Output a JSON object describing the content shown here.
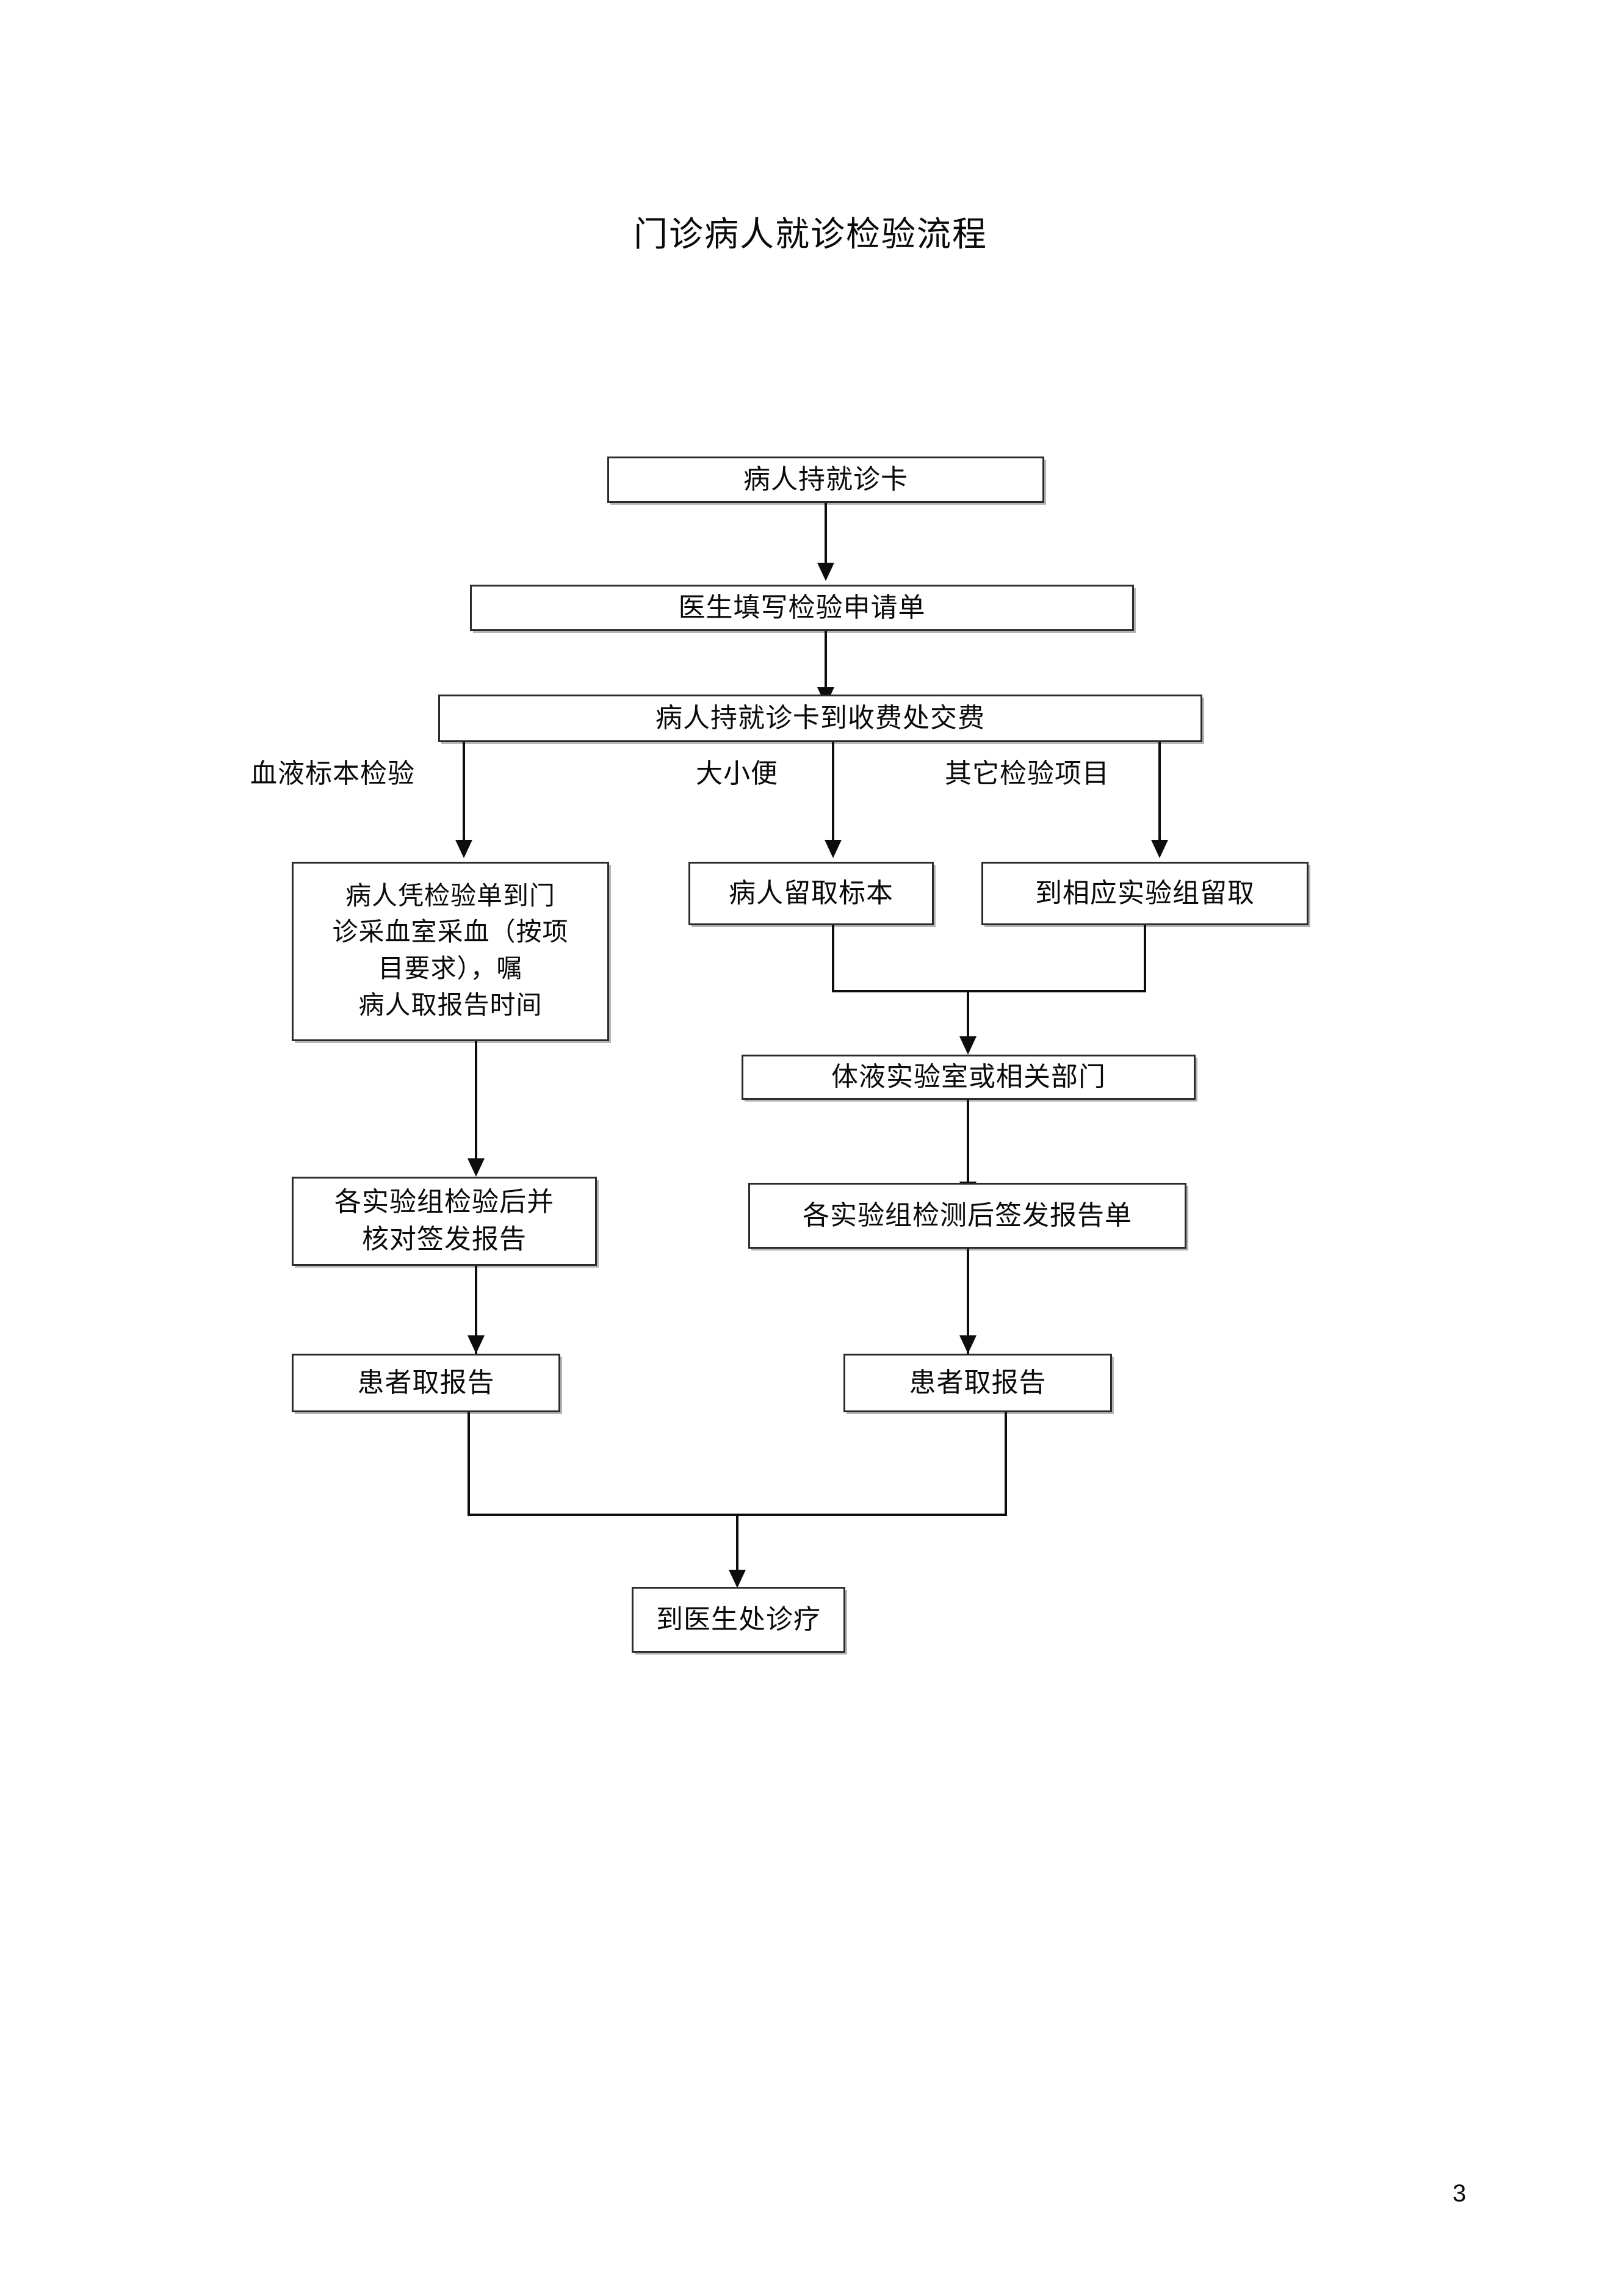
{
  "document": {
    "title": "门诊病人就诊检验流程",
    "page_number": "3"
  },
  "flowchart": {
    "type": "flowchart",
    "orientation": "top-to-bottom",
    "nodes": [
      {
        "id": "n1",
        "label": "病人持就诊卡"
      },
      {
        "id": "n2",
        "label": "医生填写检验申请单"
      },
      {
        "id": "n3",
        "label": "病人持就诊卡到收费处交费"
      },
      {
        "id": "n4",
        "label": "病人凭检验单到门\n诊采血室采血（按项\n目要求），嘱\n病人取报告时间"
      },
      {
        "id": "n5",
        "label": "病人留取标本"
      },
      {
        "id": "n6",
        "label": "到相应实验组留取"
      },
      {
        "id": "n7",
        "label": "体液实验室或相关部门"
      },
      {
        "id": "n8",
        "label": "各实验组检验后并\n核对签发报告"
      },
      {
        "id": "n9",
        "label": "各实验组检测后签发报告单"
      },
      {
        "id": "n10",
        "label": "患者取报告"
      },
      {
        "id": "n11",
        "label": "患者取报告"
      },
      {
        "id": "n12",
        "label": "到医生处诊疗"
      }
    ],
    "branch_labels": [
      {
        "id": "b1",
        "label": "血液标本检验"
      },
      {
        "id": "b2",
        "label": "大小便"
      },
      {
        "id": "b3",
        "label": "其它检验项目"
      }
    ],
    "edges": [
      {
        "from": "n1",
        "to": "n2"
      },
      {
        "from": "n2",
        "to": "n3"
      },
      {
        "from": "n3",
        "to": "n4",
        "label": "血液标本检验"
      },
      {
        "from": "n3",
        "to": "n5",
        "label": "大小便"
      },
      {
        "from": "n3",
        "to": "n6",
        "label": "其它检验项目"
      },
      {
        "from": "n4",
        "to": "n8"
      },
      {
        "from": "n5",
        "to": "n7"
      },
      {
        "from": "n6",
        "to": "n7"
      },
      {
        "from": "n7",
        "to": "n9"
      },
      {
        "from": "n8",
        "to": "n10"
      },
      {
        "from": "n9",
        "to": "n11"
      },
      {
        "from": "n10",
        "to": "n12"
      },
      {
        "from": "n11",
        "to": "n12"
      }
    ]
  },
  "colors": {
    "page_background": "#ffffff",
    "box_border": "#2b2b2b",
    "box_fill": "#ffffff",
    "connector": "#0d0d0d",
    "text": "#0a0a0a"
  }
}
